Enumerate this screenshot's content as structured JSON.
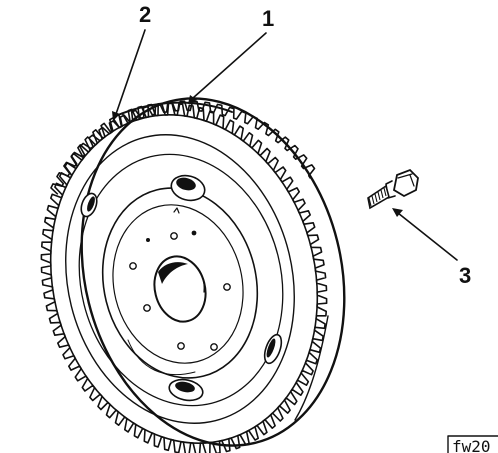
{
  "diagram": {
    "callouts": [
      {
        "id": "1",
        "part": "flywheel-ring"
      },
      {
        "id": "2",
        "part": "ring-gear-teeth"
      },
      {
        "id": "3",
        "part": "flywheel-bolt"
      }
    ],
    "figure_id": "fw20",
    "colors": {
      "ink": "#111111",
      "paper": "#ffffff"
    }
  }
}
